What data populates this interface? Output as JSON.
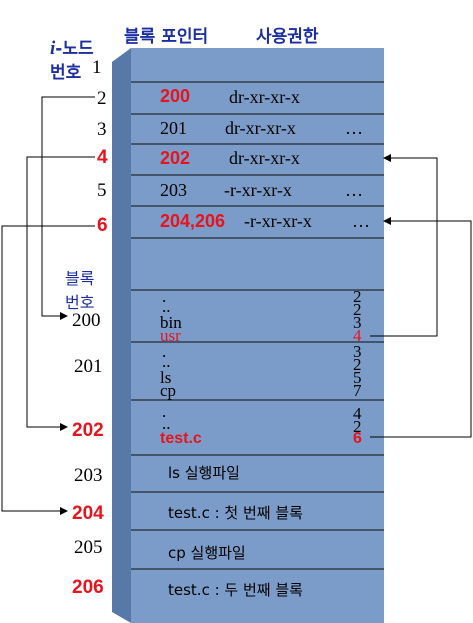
{
  "header": {
    "block_pointer": "블록 포인터",
    "permission": "사용권한",
    "inode_i": "i",
    "inode_rest": "-노드",
    "inode_line2": "번호"
  },
  "block_label": {
    "line1": "블록",
    "line2": "번호"
  },
  "inode_rows": [
    {
      "num": "1",
      "pointer": "",
      "perm": "",
      "dots": "",
      "highlight": false
    },
    {
      "num": "2",
      "pointer": "200",
      "perm": "dr-xr-xr-x",
      "dots": "",
      "highlight": true
    },
    {
      "num": "3",
      "pointer": "201",
      "perm": "dr-xr-xr-x",
      "dots": "…",
      "highlight": false
    },
    {
      "num": "4",
      "pointer": "202",
      "perm": "dr-xr-xr-x",
      "dots": "",
      "highlight": true
    },
    {
      "num": "5",
      "pointer": "203",
      "perm": "-r-xr-xr-x",
      "dots": "…",
      "highlight": false
    },
    {
      "num": "6",
      "pointer": "204,206",
      "perm": "-r-xr-xr-x",
      "dots": "…",
      "highlight": true
    }
  ],
  "block_rows": [
    {
      "num": "200",
      "highlight": false
    },
    {
      "num": "201",
      "highlight": false
    },
    {
      "num": "202",
      "highlight": true
    },
    {
      "num": "203",
      "highlight": false
    },
    {
      "num": "204",
      "highlight": true
    },
    {
      "num": "205",
      "highlight": false
    },
    {
      "num": "206",
      "highlight": true
    }
  ],
  "dir200": [
    {
      "name": ".",
      "ino": "2",
      "red": false
    },
    {
      "name": "..",
      "ino": "2",
      "red": false
    },
    {
      "name": "bin",
      "ino": "3",
      "red": false
    },
    {
      "name": "usr",
      "ino": "4",
      "red": true
    }
  ],
  "dir201": [
    {
      "name": ".",
      "ino": "3",
      "red": false
    },
    {
      "name": "..",
      "ino": "2",
      "red": false
    },
    {
      "name": "ls",
      "ino": "5",
      "red": false
    },
    {
      "name": "cp",
      "ino": "7",
      "red": false
    }
  ],
  "dir202": [
    {
      "name": ".",
      "ino": "4",
      "red": false
    },
    {
      "name": "..",
      "ino": "2",
      "red": false
    },
    {
      "name": "test.c",
      "ino": "6",
      "red": true
    }
  ],
  "file_blocks": {
    "b203": "ls 실행파일",
    "b204": "test.c : 첫 번째 블록",
    "b205": "cp 실행파일",
    "b206": "test.c : 두 번째 블록"
  },
  "colors": {
    "block_front": "#7b9cc8",
    "block_side": "#5679a8",
    "block_top": "#a3bbdb",
    "highlight": "#e8141d",
    "header_text": "#1c2fa0"
  }
}
